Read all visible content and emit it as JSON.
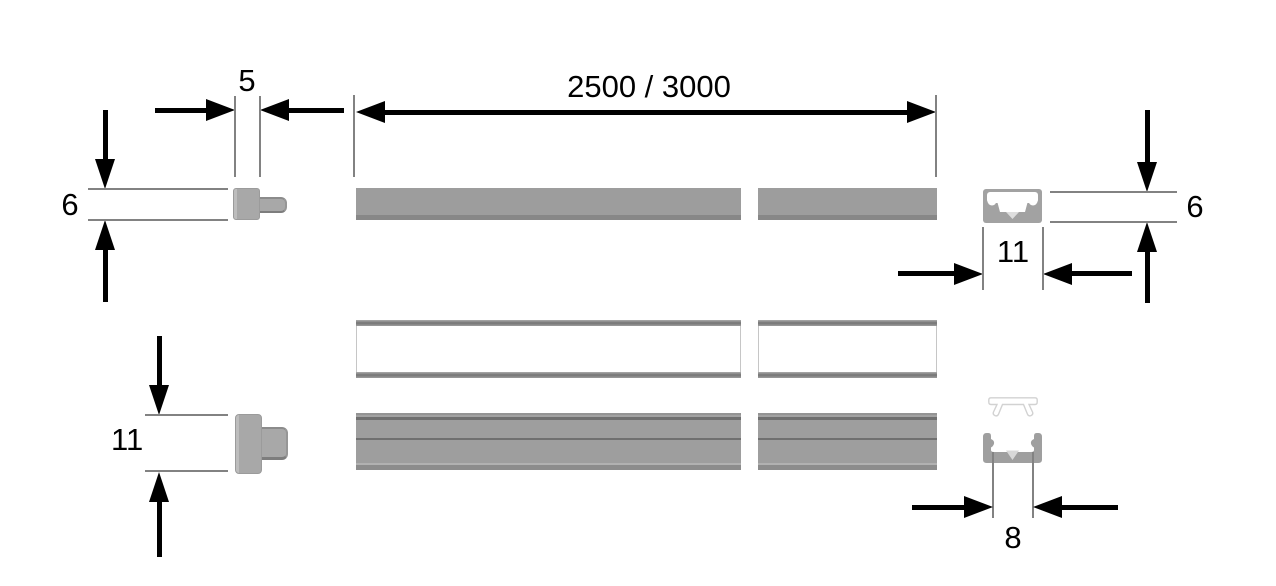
{
  "diagram": {
    "dimensions": {
      "end_cap_tab_width": "5",
      "profile_height_left": "6",
      "bar_length": "2500 / 3000",
      "profile_outer_width": "11",
      "profile_height_right": "6",
      "end_cap_height": "11",
      "channel_inner_width": "8"
    },
    "colors": {
      "dimension_line": "#000000",
      "extension_line": "#828282",
      "profile_gray": "#9d9d9d",
      "end_cap_gray": "#a8a8a8",
      "diffuser_highlight": "#d8d8d8",
      "background": "#ffffff"
    }
  }
}
